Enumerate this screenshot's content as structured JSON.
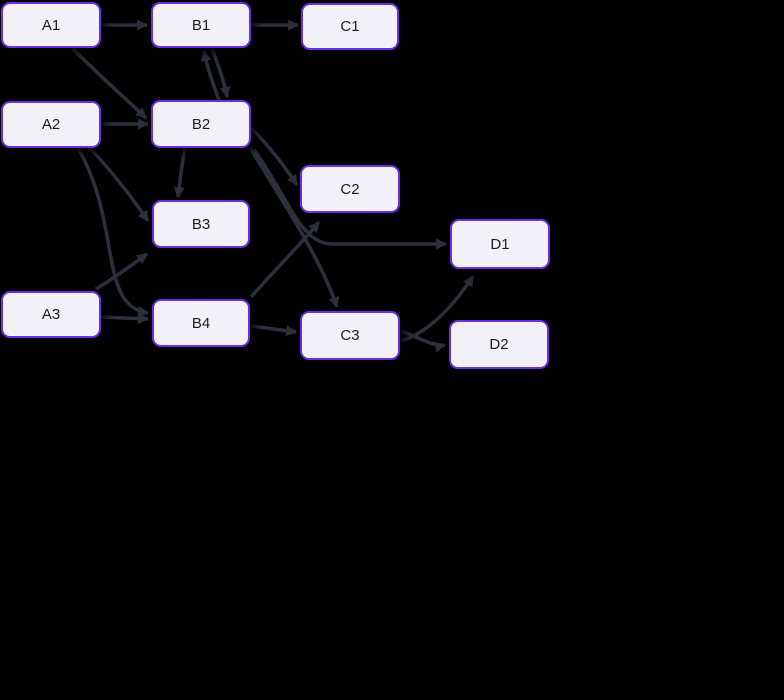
{
  "diagram": {
    "type": "flowchart",
    "direction": "left-to-right",
    "colors": {
      "background": "#000000",
      "node_fill": "#f2f1f8",
      "node_border": "#6a2ee6",
      "edge_color": "#2c303b",
      "text_color": "#1a1a27"
    },
    "nodes": [
      {
        "id": "A1",
        "label": "A1"
      },
      {
        "id": "A2",
        "label": "A2"
      },
      {
        "id": "A3",
        "label": "A3"
      },
      {
        "id": "B1",
        "label": "B1"
      },
      {
        "id": "B2",
        "label": "B2"
      },
      {
        "id": "B3",
        "label": "B3"
      },
      {
        "id": "B4",
        "label": "B4"
      },
      {
        "id": "C1",
        "label": "C1"
      },
      {
        "id": "C2",
        "label": "C2"
      },
      {
        "id": "C3",
        "label": "C3"
      },
      {
        "id": "D1",
        "label": "D1"
      },
      {
        "id": "D2",
        "label": "D2"
      }
    ],
    "edges": [
      {
        "from": "A1",
        "to": "B1"
      },
      {
        "from": "A1",
        "to": "B2"
      },
      {
        "from": "A2",
        "to": "B2"
      },
      {
        "from": "A2",
        "to": "B3"
      },
      {
        "from": "A2",
        "to": "B4"
      },
      {
        "from": "A3",
        "to": "B3"
      },
      {
        "from": "A3",
        "to": "B4"
      },
      {
        "from": "B1",
        "to": "C1"
      },
      {
        "from": "B1",
        "to": "B2"
      },
      {
        "from": "B2",
        "to": "B1"
      },
      {
        "from": "B2",
        "to": "B3"
      },
      {
        "from": "B2",
        "to": "C2"
      },
      {
        "from": "B2",
        "to": "C3"
      },
      {
        "from": "B2",
        "to": "D1"
      },
      {
        "from": "B4",
        "to": "C2"
      },
      {
        "from": "B4",
        "to": "C3"
      },
      {
        "from": "C3",
        "to": "D1"
      },
      {
        "from": "C3",
        "to": "D2"
      }
    ]
  }
}
